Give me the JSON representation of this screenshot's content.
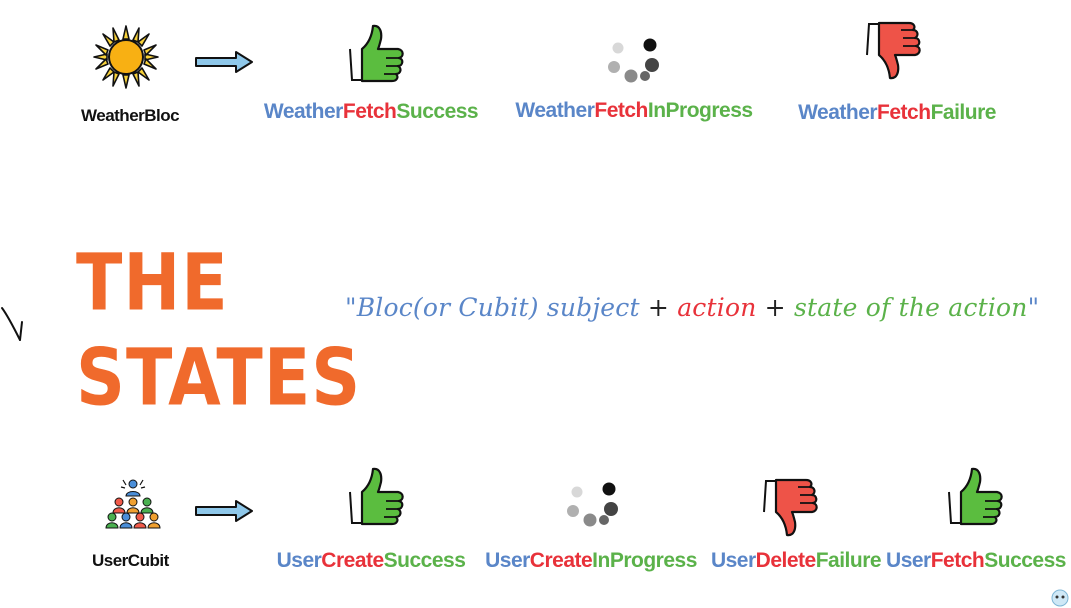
{
  "title": {
    "line1": "THE",
    "line2": "STATES"
  },
  "formula": {
    "open_quote": "\"",
    "subject": "Bloc(or Cubit) subject",
    "plus1": "+",
    "action": "action",
    "plus2": "+",
    "state": "state of the action",
    "close_quote": "\""
  },
  "rows": [
    {
      "subject_label": "WeatherBloc",
      "subject_icon": "sun-icon",
      "states": [
        {
          "subject": "Weather",
          "action": "Fetch",
          "state": "Success",
          "icon": "thumbs-up-icon"
        },
        {
          "subject": "Weather",
          "action": "Fetch",
          "state": "InProgress",
          "icon": "loading-dots-icon"
        },
        {
          "subject": "Weather",
          "action": "Fetch",
          "state": "Failure",
          "icon": "thumbs-down-icon"
        }
      ]
    },
    {
      "subject_label": "UserCubit",
      "subject_icon": "users-group-icon",
      "states": [
        {
          "subject": "User",
          "action": "Create",
          "state": "Success",
          "icon": "thumbs-up-icon"
        },
        {
          "subject": "User",
          "action": "Create",
          "state": "InProgress",
          "icon": "loading-dots-icon"
        },
        {
          "subject": "User",
          "action": "Delete",
          "state": "Failure",
          "icon": "thumbs-down-icon"
        },
        {
          "subject": "User",
          "action": "Fetch",
          "state": "Success",
          "icon": "thumbs-up-icon"
        }
      ]
    }
  ],
  "colors": {
    "subject": "#5a86c8",
    "action": "#e8323a",
    "state": "#5bb24a",
    "title": "#f06a2c",
    "thumbs_up": "#5bbd3f",
    "thumbs_down": "#ee5348",
    "sun": "#f8b013",
    "arrow": "#8fc8ea"
  }
}
